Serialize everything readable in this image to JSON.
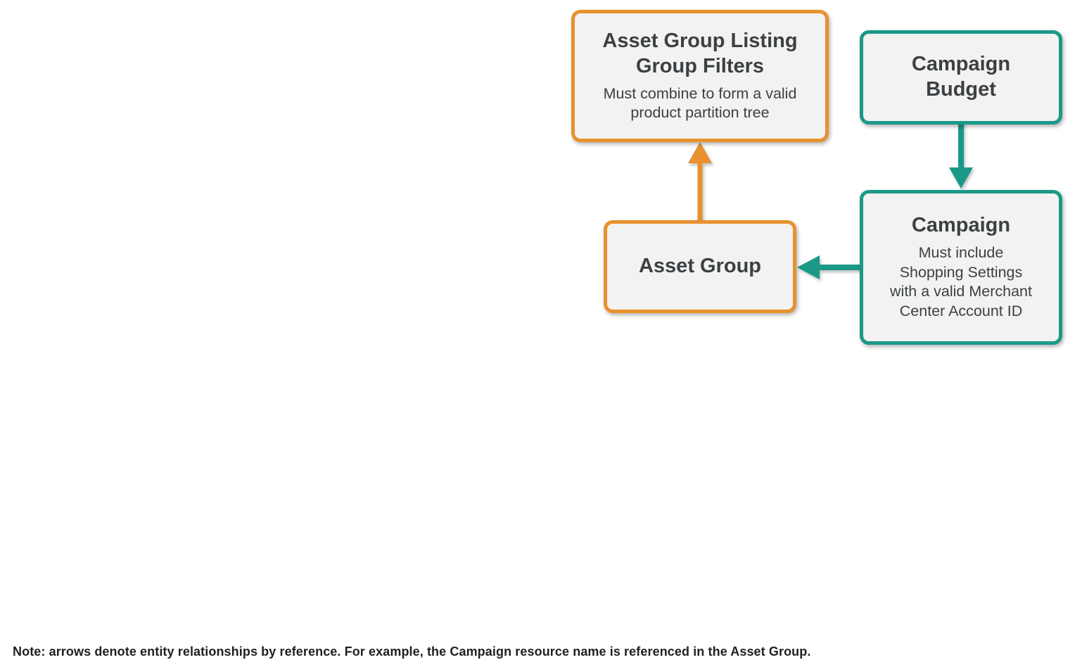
{
  "diagram": {
    "colors": {
      "orange": "#e8912d",
      "teal": "#1a9988",
      "box_fill": "#f2f2f2",
      "text": "#3c4043"
    },
    "nodes": [
      {
        "id": "asset-group-listing-group-filters",
        "title": "Asset Group Listing\nGroup Filters",
        "subtitle": "Must combine to form a valid\nproduct partition tree",
        "border_color": "orange"
      },
      {
        "id": "campaign-budget",
        "title": "Campaign\nBudget",
        "subtitle": "",
        "border_color": "teal"
      },
      {
        "id": "campaign",
        "title": "Campaign",
        "subtitle": "Must include\nShopping Settings\nwith a valid Merchant\nCenter Account ID",
        "border_color": "teal"
      },
      {
        "id": "asset-group",
        "title": "Asset Group",
        "subtitle": "",
        "border_color": "orange"
      }
    ],
    "edges": [
      {
        "from": "asset-group",
        "to": "asset-group-listing-group-filters",
        "color": "orange",
        "direction": "up"
      },
      {
        "from": "campaign-budget",
        "to": "campaign",
        "color": "teal",
        "direction": "down"
      },
      {
        "from": "campaign",
        "to": "asset-group",
        "color": "teal",
        "direction": "left"
      }
    ]
  },
  "note": "Note: arrows denote entity relationships by reference. For example, the Campaign resource name is referenced in the Asset Group."
}
